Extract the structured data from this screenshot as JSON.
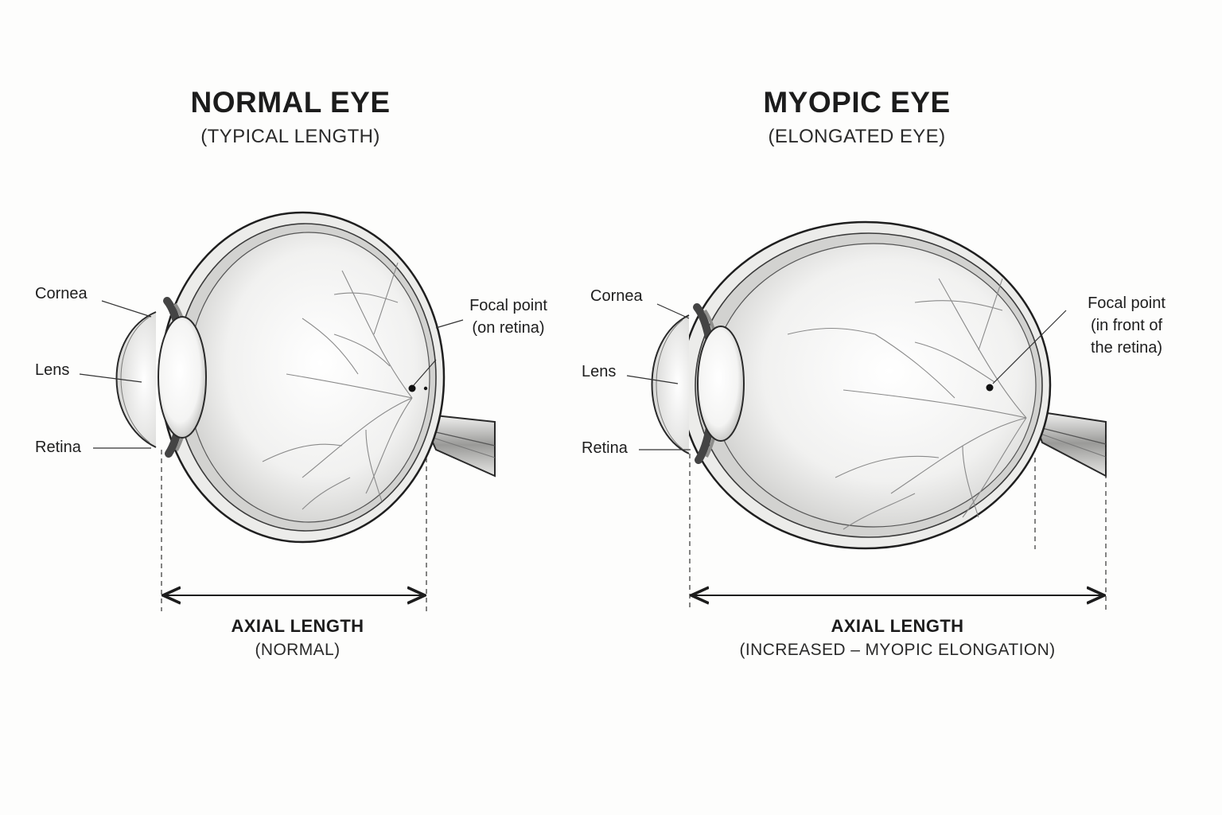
{
  "normal_eye": {
    "title": "NORMAL EYE",
    "subtitle": "(TYPICAL LENGTH)",
    "labels": {
      "cornea": "Cornea",
      "lens": "Lens",
      "retina": "Retina",
      "focal_line1": "Focal point",
      "focal_line2": "(on retina)"
    },
    "axial_title": "AXIAL LENGTH",
    "axial_sub": "(NORMAL)"
  },
  "myopic_eye": {
    "title": "MYOPIC EYE",
    "subtitle": "(ELONGATED EYE)",
    "labels": {
      "cornea": "Cornea",
      "lens": "Lens",
      "retina": "Retina",
      "focal_line1": "Focal point",
      "focal_line2": "(in front of",
      "focal_line3": "the retina)"
    },
    "axial_title": "AXIAL LENGTH",
    "axial_sub": "(INCREASED – MYOPIC ELONGATION)"
  },
  "colors": {
    "ink": "#1c1c1c",
    "sclera": "#e9e9e7",
    "vessel": "#8a8a8a"
  }
}
